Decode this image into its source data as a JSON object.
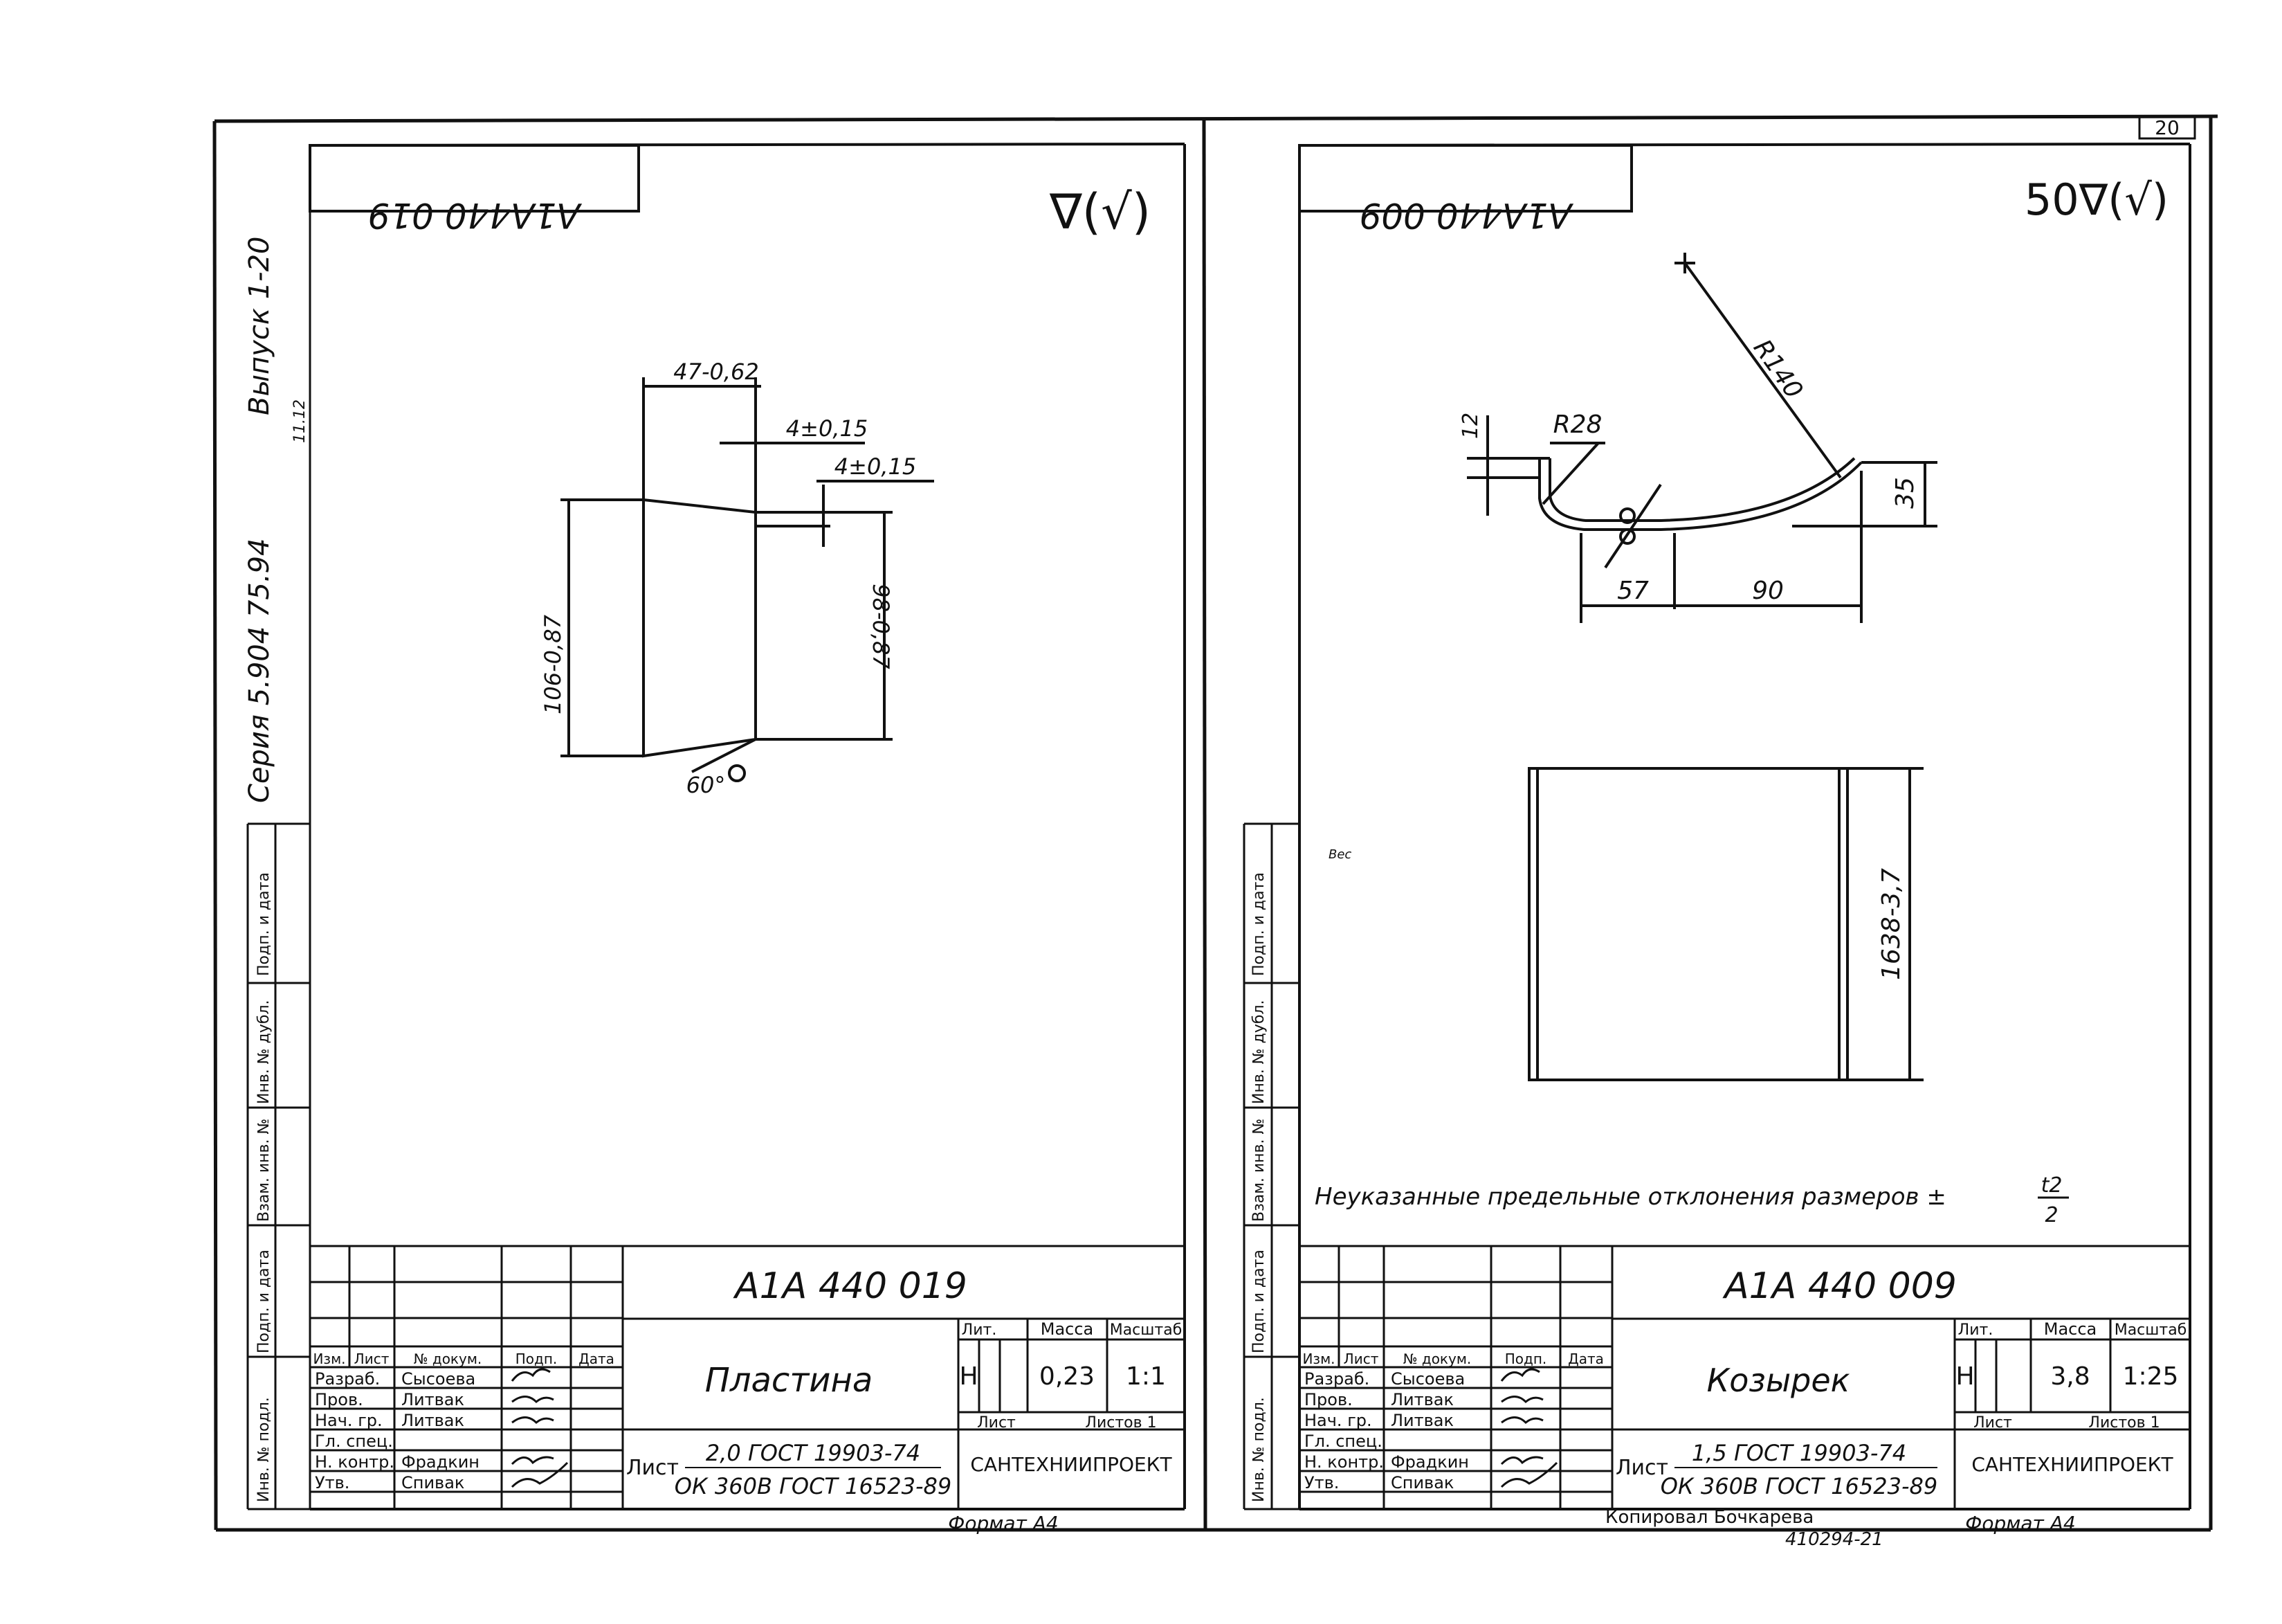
{
  "page_number": "20",
  "side_stamp": {
    "series": "Серия 5.904 75.94",
    "issue": "Выпуск 1-20",
    "issue_note": "11.12",
    "fields": [
      "Подп. и дата",
      "Инв. № дубл.",
      "Взам. инв. №",
      "Подп. и дата",
      "Инв. № подл."
    ]
  },
  "left_sheet": {
    "mirrored_code": "A1A440 019",
    "roughness_symbol": "∇(√)",
    "dimensions": {
      "top_width": "47-0,62",
      "step1": "4±0,15",
      "step2": "4±0,15",
      "left_height": "106-0,87",
      "right_height": "98-0,87",
      "angle": "60°"
    },
    "title_block": {
      "designation": "A1A 440 019",
      "part_name": "Пластина",
      "material_top": "2,0 ГОСТ 19903-74",
      "material_bottom": "ОК 360В ГОСТ 16523-89",
      "material_prefix": "Лист",
      "lit_header": "Лит.",
      "mass_header": "Масса",
      "scale_header": "Масштаб",
      "lit": "Н",
      "mass": "0,23",
      "scale": "1:1",
      "sheet_label": "Лист",
      "sheets_label": "Листов 1",
      "organization": "САНТЕХНИИПРОЕКТ",
      "format": "Формат А4",
      "col_headers": [
        "Изм.",
        "Лист",
        "№ докум.",
        "Подп.",
        "Дата"
      ],
      "rows": [
        {
          "role": "Разраб.",
          "name": "Сысоева"
        },
        {
          "role": "Пров.",
          "name": "Литвак"
        },
        {
          "role": "Нач. гр.",
          "name": "Литвак"
        },
        {
          "role": "Гл. спец.",
          "name": ""
        },
        {
          "role": "Н. контр.",
          "name": "Фрадкин"
        },
        {
          "role": "Утв.",
          "name": "Спивак"
        }
      ]
    }
  },
  "right_sheet": {
    "mirrored_code": "A1A440 009",
    "roughness_symbol": "50∇(√)",
    "dimensions": {
      "r_large": "R140",
      "r_small": "R28",
      "height_small": "12",
      "height_right": "35",
      "len1": "57",
      "len2": "90",
      "length": "1638-3,7",
      "weld": "Вес"
    },
    "note": "Неуказанные предельные отклонения размеров ±",
    "note_fraction_top": "t2",
    "note_fraction_bottom": "2",
    "title_block": {
      "designation": "A1A 440 009",
      "part_name": "Козырек",
      "material_top": "1,5 ГОСТ 19903-74",
      "material_bottom": "ОК 360В ГОСТ 16523-89",
      "material_prefix": "Лист",
      "lit_header": "Лит.",
      "mass_header": "Масса",
      "scale_header": "Масштаб",
      "lit": "Н",
      "mass": "3,8",
      "scale": "1:25",
      "sheet_label": "Лист",
      "sheets_label": "Листов 1",
      "organization": "САНТЕХНИИПРОЕКТ",
      "format": "Формат А4",
      "col_headers": [
        "Изм.",
        "Лист",
        "№ докум.",
        "Подп.",
        "Дата"
      ],
      "rows": [
        {
          "role": "Разраб.",
          "name": "Сысоева"
        },
        {
          "role": "Пров.",
          "name": "Литвак"
        },
        {
          "role": "Нач. гр.",
          "name": "Литвак"
        },
        {
          "role": "Гл. спец.",
          "name": ""
        },
        {
          "role": "Н. контр.",
          "name": "Фрадкин"
        },
        {
          "role": "Утв.",
          "name": "Спивак"
        }
      ]
    }
  },
  "footer": {
    "copied_by": "Копировал Бочкарева",
    "order": "410294-21"
  }
}
